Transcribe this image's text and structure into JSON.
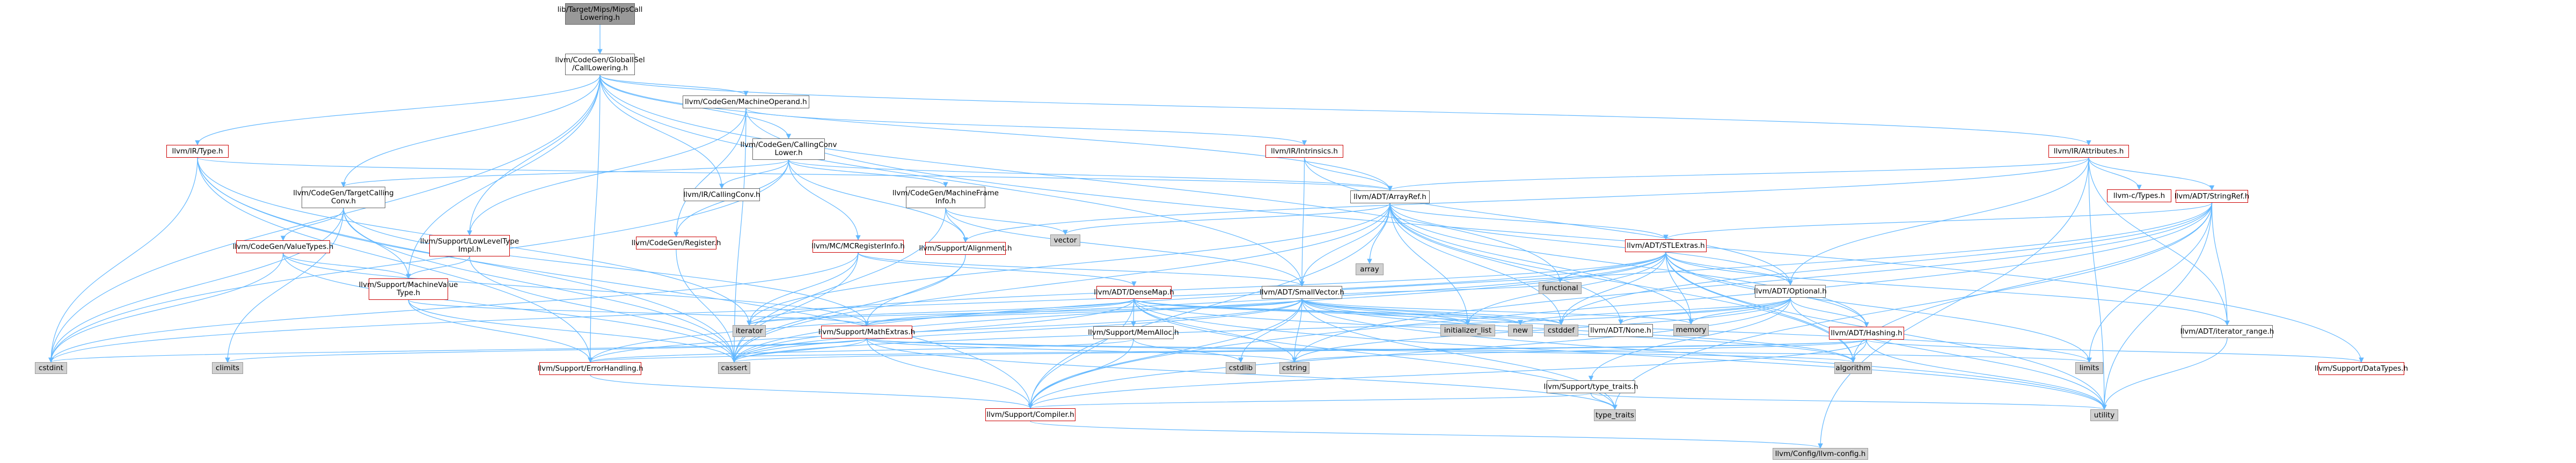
{
  "graph": {
    "nodes": [
      {
        "id": "root",
        "label": "lib/Target/Mips/MipsCall\nLowering.h",
        "style": "root"
      },
      {
        "id": "gisel",
        "label": "llvm/CodeGen/GlobalISel\n/CallLowering.h",
        "style": "normal"
      },
      {
        "id": "machop",
        "label": "llvm/CodeGen/MachineOperand.h",
        "style": "normal"
      },
      {
        "id": "irtype",
        "label": "llvm/IR/Type.h",
        "style": "red"
      },
      {
        "id": "attrs",
        "label": "llvm/IR/Attributes.h",
        "style": "red"
      },
      {
        "id": "ccl",
        "label": "llvm/CodeGen/CallingConv\nLower.h",
        "style": "normal"
      },
      {
        "id": "intrin",
        "label": "llvm/IR/Intrinsics.h",
        "style": "red"
      },
      {
        "id": "lowlevel",
        "label": "llvm/Support/LowLevelType\nImpl.h",
        "style": "red"
      },
      {
        "id": "tcc",
        "label": "llvm/CodeGen/TargetCalling\nConv.h",
        "style": "normal"
      },
      {
        "id": "ircc",
        "label": "llvm/IR/CallingConv.h",
        "style": "normal"
      },
      {
        "id": "mfi",
        "label": "llvm/CodeGen/MachineFrame\nInfo.h",
        "style": "normal"
      },
      {
        "id": "arrayref",
        "label": "llvm/ADT/ArrayRef.h",
        "style": "normal"
      },
      {
        "id": "ctypes",
        "label": "llvm-c/Types.h",
        "style": "red"
      },
      {
        "id": "stringref",
        "label": "llvm/ADT/StringRef.h",
        "style": "red"
      },
      {
        "id": "valuetypes",
        "label": "llvm/CodeGen/ValueTypes.h",
        "style": "red"
      },
      {
        "id": "register",
        "label": "llvm/CodeGen/Register.h",
        "style": "red"
      },
      {
        "id": "mcreg",
        "label": "llvm/MC/MCRegisterInfo.h",
        "style": "red"
      },
      {
        "id": "alignment",
        "label": "llvm/Support/Alignment.h",
        "style": "red"
      },
      {
        "id": "vector",
        "label": "vector",
        "style": "grey"
      },
      {
        "id": "array",
        "label": "array",
        "style": "grey"
      },
      {
        "id": "stlextras",
        "label": "llvm/ADT/STLExtras.h",
        "style": "red"
      },
      {
        "id": "mvt",
        "label": "llvm/Support/MachineValue\nType.h",
        "style": "red"
      },
      {
        "id": "densemap",
        "label": "llvm/ADT/DenseMap.h",
        "style": "red"
      },
      {
        "id": "smallvec",
        "label": "llvm/ADT/SmallVector.h",
        "style": "normal"
      },
      {
        "id": "functional",
        "label": "functional",
        "style": "grey"
      },
      {
        "id": "optional",
        "label": "llvm/ADT/Optional.h",
        "style": "normal"
      },
      {
        "id": "mathextras",
        "label": "llvm/Support/MathExtras.h",
        "style": "red"
      },
      {
        "id": "memalloc",
        "label": "llvm/Support/MemAlloc.h",
        "style": "normal"
      },
      {
        "id": "iterator",
        "label": "iterator",
        "style": "grey"
      },
      {
        "id": "initlist",
        "label": "initializer_list",
        "style": "grey"
      },
      {
        "id": "new",
        "label": "new",
        "style": "grey"
      },
      {
        "id": "cstddef",
        "label": "cstddef",
        "style": "grey"
      },
      {
        "id": "none",
        "label": "llvm/ADT/None.h",
        "style": "normal"
      },
      {
        "id": "memory",
        "label": "memory",
        "style": "grey"
      },
      {
        "id": "hashing",
        "label": "llvm/ADT/Hashing.h",
        "style": "red"
      },
      {
        "id": "iterrange",
        "label": "llvm/ADT/iterator_range.h",
        "style": "normal"
      },
      {
        "id": "cstdint",
        "label": "cstdint",
        "style": "grey"
      },
      {
        "id": "climits",
        "label": "climits",
        "style": "grey"
      },
      {
        "id": "errhandling",
        "label": "llvm/Support/ErrorHandling.h",
        "style": "red"
      },
      {
        "id": "cassert",
        "label": "cassert",
        "style": "grey"
      },
      {
        "id": "cstdlib",
        "label": "cstdlib",
        "style": "grey"
      },
      {
        "id": "cstring",
        "label": "cstring",
        "style": "grey"
      },
      {
        "id": "typetraits_llvm",
        "label": "llvm/Support/type_traits.h",
        "style": "normal"
      },
      {
        "id": "algorithm",
        "label": "algorithm",
        "style": "grey"
      },
      {
        "id": "limits",
        "label": "limits",
        "style": "grey"
      },
      {
        "id": "datatypes",
        "label": "llvm/Support/DataTypes.h",
        "style": "red"
      },
      {
        "id": "compiler",
        "label": "llvm/Support/Compiler.h",
        "style": "red"
      },
      {
        "id": "type_traits",
        "label": "type_traits",
        "style": "grey"
      },
      {
        "id": "utility",
        "label": "utility",
        "style": "grey"
      },
      {
        "id": "config",
        "label": "llvm/Config/llvm-config.h",
        "style": "grey"
      }
    ],
    "edges": [
      [
        "root",
        "gisel"
      ],
      [
        "gisel",
        "machop"
      ],
      [
        "gisel",
        "irtype"
      ],
      [
        "gisel",
        "attrs"
      ],
      [
        "gisel",
        "ccl"
      ],
      [
        "gisel",
        "tcc"
      ],
      [
        "gisel",
        "ircc"
      ],
      [
        "gisel",
        "arrayref"
      ],
      [
        "gisel",
        "smallvec"
      ],
      [
        "gisel",
        "mvt"
      ],
      [
        "gisel",
        "functional"
      ],
      [
        "gisel",
        "cstdint"
      ],
      [
        "gisel",
        "errhandling"
      ],
      [
        "gisel",
        "lowlevel"
      ],
      [
        "machop",
        "intrin"
      ],
      [
        "machop",
        "lowlevel"
      ],
      [
        "machop",
        "register"
      ],
      [
        "machop",
        "cassert"
      ],
      [
        "machop",
        "datatypes"
      ],
      [
        "irtype",
        "arrayref"
      ],
      [
        "irtype",
        "cassert"
      ],
      [
        "irtype",
        "cstdint"
      ],
      [
        "irtype",
        "compiler"
      ],
      [
        "irtype",
        "errhandling"
      ],
      [
        "irtype",
        "iterator"
      ],
      [
        "attrs",
        "ctypes"
      ],
      [
        "attrs",
        "stringref"
      ],
      [
        "attrs",
        "arrayref"
      ],
      [
        "attrs",
        "optional"
      ],
      [
        "attrs",
        "iterrange"
      ],
      [
        "attrs",
        "bitset_na"
      ],
      [
        "attrs",
        "utility"
      ],
      [
        "attrs",
        "config"
      ],
      [
        "attrs",
        "alignment"
      ],
      [
        "ccl",
        "ircc"
      ],
      [
        "ccl",
        "mfi"
      ],
      [
        "ccl",
        "tcc"
      ],
      [
        "ccl",
        "register"
      ],
      [
        "ccl",
        "mcreg"
      ],
      [
        "ccl",
        "alignment"
      ],
      [
        "ccl",
        "arrayref"
      ],
      [
        "ccl",
        "cstdint"
      ],
      [
        "intrin",
        "arrayref"
      ],
      [
        "intrin",
        "optional"
      ],
      [
        "intrin",
        "smallvec"
      ],
      [
        "lowlevel",
        "mvt"
      ],
      [
        "lowlevel",
        "cassert"
      ],
      [
        "tcc",
        "valuetypes"
      ],
      [
        "tcc",
        "mvt"
      ],
      [
        "tcc",
        "mathextras"
      ],
      [
        "tcc",
        "cassert"
      ],
      [
        "tcc",
        "climits"
      ],
      [
        "tcc",
        "cstdint"
      ],
      [
        "mfi",
        "smallvec"
      ],
      [
        "mfi",
        "alignment"
      ],
      [
        "mfi",
        "cassert"
      ],
      [
        "mfi",
        "vector"
      ],
      [
        "arrayref",
        "stlextras"
      ],
      [
        "arrayref",
        "smallvec"
      ],
      [
        "arrayref",
        "compiler"
      ],
      [
        "arrayref",
        "vector"
      ],
      [
        "arrayref",
        "array"
      ],
      [
        "arrayref",
        "initlist"
      ],
      [
        "arrayref",
        "iterator"
      ],
      [
        "arrayref",
        "memory"
      ],
      [
        "arrayref",
        "none"
      ],
      [
        "arrayref",
        "optional"
      ],
      [
        "arrayref",
        "hashing"
      ],
      [
        "arrayref",
        "algorithm"
      ],
      [
        "arrayref",
        "cassert"
      ],
      [
        "arrayref",
        "cstddef"
      ],
      [
        "stringref",
        "stlextras"
      ],
      [
        "stringref",
        "iterrange"
      ],
      [
        "stringref",
        "compiler"
      ],
      [
        "stringref",
        "algorithm"
      ],
      [
        "stringref",
        "cassert"
      ],
      [
        "stringref",
        "cstddef"
      ],
      [
        "stringref",
        "cstring"
      ],
      [
        "stringref",
        "limits"
      ],
      [
        "stringref",
        "type_traits"
      ],
      [
        "stringref",
        "utility"
      ],
      [
        "valuetypes",
        "mvt"
      ],
      [
        "valuetypes",
        "mathextras"
      ],
      [
        "valuetypes",
        "cassert"
      ],
      [
        "valuetypes",
        "cstdint"
      ],
      [
        "register",
        "cassert"
      ],
      [
        "mcreg",
        "densemap"
      ],
      [
        "mcreg",
        "iterator"
      ],
      [
        "mcreg",
        "smallvec"
      ],
      [
        "mcreg",
        "cassert"
      ],
      [
        "mcreg",
        "cstdint"
      ],
      [
        "alignment",
        "mathextras"
      ],
      [
        "alignment",
        "cassert"
      ],
      [
        "stlextras",
        "optional"
      ],
      [
        "stlextras",
        "iterrange"
      ],
      [
        "stlextras",
        "errhandling"
      ],
      [
        "stlextras",
        "hashing"
      ],
      [
        "stlextras",
        "functional"
      ],
      [
        "stlextras",
        "iterator"
      ],
      [
        "stlextras",
        "memory"
      ],
      [
        "stlextras",
        "limits"
      ],
      [
        "stlextras",
        "utility"
      ],
      [
        "stlextras",
        "cassert"
      ],
      [
        "stlextras",
        "cstddef"
      ],
      [
        "stlextras",
        "cstdint"
      ],
      [
        "stlextras",
        "algorithm"
      ],
      [
        "stlextras",
        "initlist"
      ],
      [
        "mvt",
        "mathextras"
      ],
      [
        "mvt",
        "errhandling"
      ],
      [
        "mvt",
        "cassert"
      ],
      [
        "densemap",
        "mathextras"
      ],
      [
        "densemap",
        "memalloc"
      ],
      [
        "densemap",
        "compiler"
      ],
      [
        "densemap",
        "algorithm"
      ],
      [
        "densemap",
        "cassert"
      ],
      [
        "densemap",
        "cstddef"
      ],
      [
        "densemap",
        "cstring"
      ],
      [
        "densemap",
        "initlist"
      ],
      [
        "densemap",
        "iterator"
      ],
      [
        "densemap",
        "new"
      ],
      [
        "densemap",
        "type_traits"
      ],
      [
        "densemap",
        "utility"
      ],
      [
        "smallvec",
        "compiler"
      ],
      [
        "smallvec",
        "mathextras"
      ],
      [
        "smallvec",
        "algorithm"
      ],
      [
        "smallvec",
        "cassert"
      ],
      [
        "smallvec",
        "cstddef"
      ],
      [
        "smallvec",
        "cstdlib"
      ],
      [
        "smallvec",
        "cstring"
      ],
      [
        "smallvec",
        "functional"
      ],
      [
        "smallvec",
        "initlist"
      ],
      [
        "smallvec",
        "iterator"
      ],
      [
        "smallvec",
        "limits"
      ],
      [
        "smallvec",
        "memory"
      ],
      [
        "smallvec",
        "new"
      ],
      [
        "smallvec",
        "type_traits"
      ],
      [
        "smallvec",
        "utility"
      ],
      [
        "smallvec",
        "errhandling"
      ],
      [
        "optional",
        "none"
      ],
      [
        "optional",
        "hashing"
      ],
      [
        "optional",
        "compiler"
      ],
      [
        "optional",
        "typetraits_llvm"
      ],
      [
        "optional",
        "cassert"
      ],
      [
        "optional",
        "cstring"
      ],
      [
        "optional",
        "memory"
      ],
      [
        "optional",
        "new"
      ],
      [
        "optional",
        "utility"
      ],
      [
        "mathextras",
        "compiler"
      ],
      [
        "mathextras",
        "cassert"
      ],
      [
        "mathextras",
        "climits"
      ],
      [
        "mathextras",
        "cstdint"
      ],
      [
        "mathextras",
        "cstring"
      ],
      [
        "mathextras",
        "limits"
      ],
      [
        "mathextras",
        "type_traits"
      ],
      [
        "mathextras",
        "algorithm"
      ],
      [
        "memalloc",
        "compiler"
      ],
      [
        "memalloc",
        "errhandling"
      ],
      [
        "memalloc",
        "cstdlib"
      ],
      [
        "hashing",
        "compiler"
      ],
      [
        "hashing",
        "errhandling"
      ],
      [
        "hashing",
        "algorithm"
      ],
      [
        "hashing",
        "cassert"
      ],
      [
        "hashing",
        "cstring"
      ],
      [
        "hashing",
        "utility"
      ],
      [
        "hashing",
        "datatypes"
      ],
      [
        "iterrange",
        "utility"
      ],
      [
        "errhandling",
        "compiler"
      ],
      [
        "typetraits_llvm",
        "compiler"
      ],
      [
        "typetraits_llvm",
        "type_traits"
      ],
      [
        "typetraits_llvm",
        "utility"
      ],
      [
        "compiler",
        "config"
      ]
    ]
  }
}
